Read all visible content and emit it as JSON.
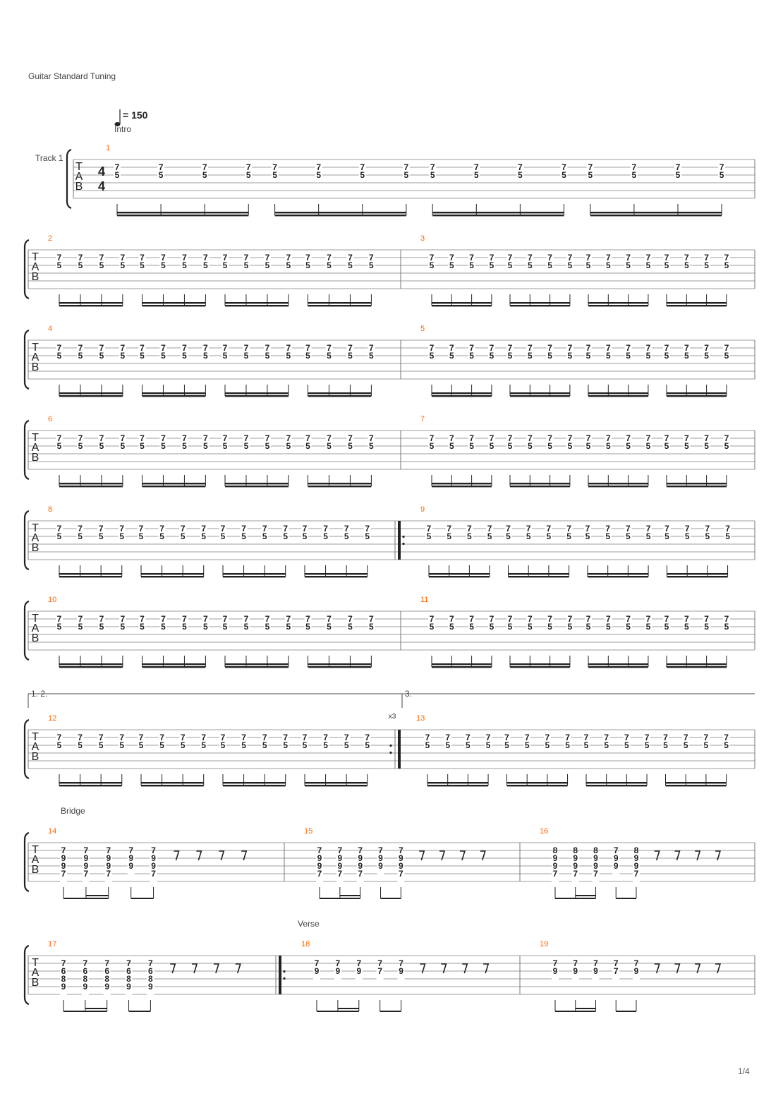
{
  "header": {
    "tuning": "Guitar Standard Tuning",
    "tempo_value": "= 150",
    "track_name": "Track 1",
    "page_number": "1/4"
  },
  "sections": [
    "Intro",
    "Bridge",
    "Verse"
  ],
  "time_signature": [
    "4",
    "4"
  ],
  "tab_clef": [
    "T",
    "A",
    "B"
  ],
  "voltas": [
    "1. 2.",
    "3."
  ],
  "repeat_count": "x3",
  "colors": {
    "measure_number": "#ff6600",
    "staff_line": "#9e9e9e",
    "ink": "#222222"
  },
  "measures": [
    {
      "n": "1",
      "pattern": "p57"
    },
    {
      "n": "2",
      "pattern": "p57"
    },
    {
      "n": "3",
      "pattern": "p57"
    },
    {
      "n": "4",
      "pattern": "p57"
    },
    {
      "n": "5",
      "pattern": "p57"
    },
    {
      "n": "6",
      "pattern": "p57"
    },
    {
      "n": "7",
      "pattern": "p57"
    },
    {
      "n": "8",
      "pattern": "p57"
    },
    {
      "n": "9",
      "pattern": "p57"
    },
    {
      "n": "10",
      "pattern": "p57"
    },
    {
      "n": "11",
      "pattern": "p57"
    },
    {
      "n": "12",
      "pattern": "p57"
    },
    {
      "n": "13",
      "pattern": "p57"
    },
    {
      "n": "14",
      "pattern": "bridgeA"
    },
    {
      "n": "15",
      "pattern": "bridgeA"
    },
    {
      "n": "16",
      "pattern": "bridgeB"
    },
    {
      "n": "17",
      "pattern": "bridgeC"
    },
    {
      "n": "18",
      "pattern": "verse"
    },
    {
      "n": "19",
      "pattern": "verse"
    }
  ],
  "patterns": {
    "p57": {
      "chords": [
        [
          "7",
          "5"
        ],
        [
          "7",
          "5"
        ],
        [
          "7",
          "5"
        ],
        [
          "7",
          "5"
        ],
        [
          "7",
          "5"
        ],
        [
          "7",
          "5"
        ],
        [
          "7",
          "5"
        ],
        [
          "7",
          "5"
        ],
        [
          "7",
          "5"
        ],
        [
          "7",
          "5"
        ],
        [
          "7",
          "5"
        ],
        [
          "7",
          "5"
        ],
        [
          "7",
          "5"
        ],
        [
          "7",
          "5"
        ],
        [
          "7",
          "5"
        ],
        [
          "7",
          "5"
        ]
      ],
      "rests": 0
    },
    "bridgeA": {
      "chords": [
        [
          "7",
          "9",
          "9",
          "7"
        ],
        [
          "7",
          "9",
          "9",
          "7"
        ],
        [
          "7",
          "9",
          "9",
          "7"
        ],
        [
          "7",
          "9",
          "9",
          ""
        ],
        [
          "7",
          "9",
          "9",
          "7"
        ]
      ],
      "rests": 4
    },
    "bridgeB": {
      "chords": [
        [
          "8",
          "9",
          "9",
          "7"
        ],
        [
          "8",
          "9",
          "9",
          "7"
        ],
        [
          "8",
          "9",
          "9",
          "7"
        ],
        [
          "7",
          "9",
          "9",
          ""
        ],
        [
          "8",
          "9",
          "9",
          "7"
        ]
      ],
      "rests": 4
    },
    "bridgeC": {
      "chords": [
        [
          "7",
          "6",
          "8",
          "9"
        ],
        [
          "7",
          "6",
          "8",
          "9"
        ],
        [
          "7",
          "6",
          "8",
          "9"
        ],
        [
          "7",
          "6",
          "8",
          "9"
        ],
        [
          "7",
          "6",
          "8",
          "9"
        ]
      ],
      "rests": 4
    },
    "verse": {
      "chords": [
        [
          "7",
          "9"
        ],
        [
          "7",
          "9"
        ],
        [
          "7",
          "9"
        ],
        [
          "7",
          "7"
        ],
        [
          "7",
          "9"
        ]
      ],
      "rests": 4
    }
  }
}
